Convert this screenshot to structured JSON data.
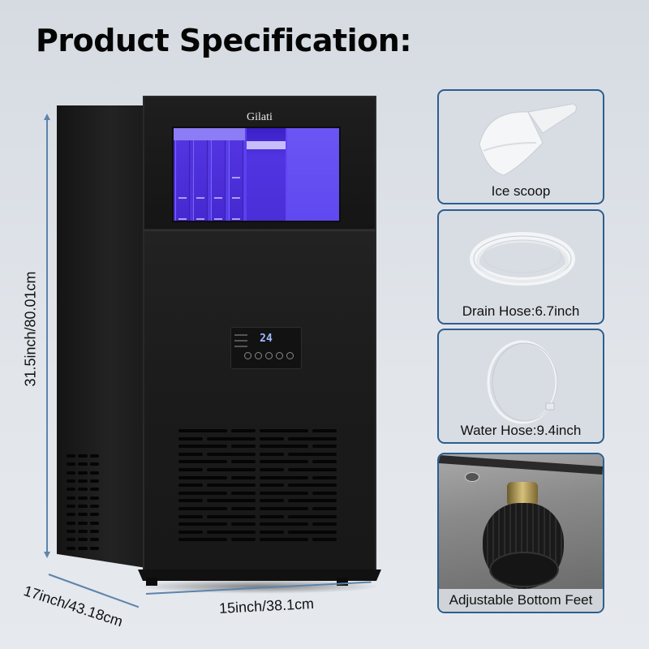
{
  "title": "Product Specification:",
  "product": {
    "brand": "Gilati",
    "display_value": "24",
    "colors": {
      "body": "#1b1b1b",
      "window_glow": "#5a3ff0",
      "dimension_line": "#5c84ad",
      "card_border": "#2c5e8f",
      "background": "#dfe3e8"
    }
  },
  "dimensions": {
    "height": "31.5inch/80.01cm",
    "depth": "17inch/43.18cm",
    "width": "15inch/38.1cm"
  },
  "accessories": [
    {
      "label": "Ice scoop",
      "icon": "ice-scoop-icon"
    },
    {
      "label": "Drain Hose:6.7inch",
      "icon": "coiled-hose-icon"
    },
    {
      "label": "Water Hose:9.4inch",
      "icon": "thin-hose-icon"
    },
    {
      "label": "Adjustable Bottom Feet",
      "icon": "adjustable-foot-icon"
    }
  ]
}
